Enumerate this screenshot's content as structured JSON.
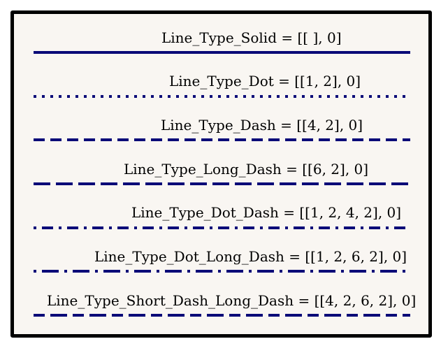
{
  "line_color": "#0a0a78",
  "frame_background": "#f9f6f2",
  "entries": [
    {
      "label": "Line_Type_Solid = [[ ], 0]",
      "dash": []
    },
    {
      "label": "Line_Type_Dot = [[1, 2], 0]",
      "dash": [
        1,
        2
      ]
    },
    {
      "label": "Line_Type_Dash = [[4, 2], 0]",
      "dash": [
        4,
        2
      ]
    },
    {
      "label": "Line_Type_Long_Dash = [[6, 2], 0]",
      "dash": [
        6,
        2
      ]
    },
    {
      "label": "Line_Type_Dot_Dash = [[1, 2, 4, 2], 0]",
      "dash": [
        1,
        2,
        4,
        2
      ]
    },
    {
      "label": "Line_Type_Dot_Long_Dash = [[1, 2, 6, 2], 0]",
      "dash": [
        1,
        2,
        6,
        2
      ]
    },
    {
      "label": "Line_Type_Short_Dash_Long_Dash = [[4, 2, 6, 2], 0]",
      "dash": [
        4,
        2,
        6,
        2
      ]
    }
  ]
}
